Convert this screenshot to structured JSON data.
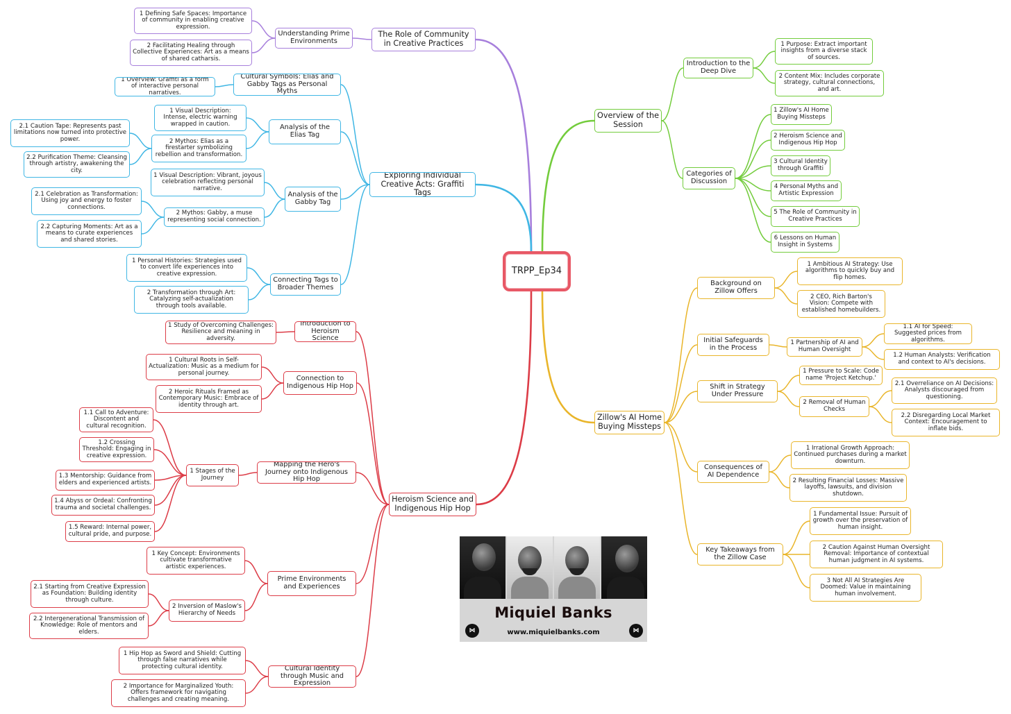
{
  "colors": {
    "root": "#e85866",
    "purple": "#a77fdc",
    "cyan": "#3fb6e4",
    "red": "#dc3c47",
    "green": "#73cc3c",
    "orange": "#e9b52a"
  },
  "root": {
    "label": "TRPP_Ep34"
  },
  "nodes": [
    {
      "id": "p1",
      "parent": "root",
      "level": 1,
      "color": "purple",
      "label": "The Role of Community in Creative Practices"
    },
    {
      "id": "p2",
      "parent": "p1",
      "level": 2,
      "color": "purple",
      "label": "Understanding Prime Environments"
    },
    {
      "id": "p3",
      "parent": "p2",
      "level": 3,
      "color": "purple",
      "label": "1 Defining Safe Spaces: Importance of community in enabling creative expression."
    },
    {
      "id": "p4",
      "parent": "p2",
      "level": 3,
      "color": "purple",
      "label": "2 Facilitating Healing through Collective Experiences: Art as a means of shared catharsis."
    },
    {
      "id": "c1",
      "parent": "root",
      "level": 1,
      "color": "cyan",
      "label": "Exploring Individual Creative Acts: Graffiti Tags"
    },
    {
      "id": "c2",
      "parent": "c1",
      "level": 2,
      "color": "cyan",
      "label": "Cultural Symbols: Elias and Gabby Tags as Personal Myths"
    },
    {
      "id": "c3",
      "parent": "c2",
      "level": 3,
      "color": "cyan",
      "label": "1 Overview: Graffiti as a form of interactive personal narratives."
    },
    {
      "id": "c4",
      "parent": "c1",
      "level": 2,
      "color": "cyan",
      "label": "Analysis of the Elias Tag"
    },
    {
      "id": "c5",
      "parent": "c4",
      "level": 3,
      "color": "cyan",
      "label": "1 Visual Description: Intense, electric warning wrapped in caution."
    },
    {
      "id": "c6",
      "parent": "c4",
      "level": 3,
      "color": "cyan",
      "label": "2 Mythos: Elias as a firestarter symbolizing rebellion and transformation."
    },
    {
      "id": "c7",
      "parent": "c6",
      "level": 4,
      "color": "cyan",
      "label": "2.1 Caution Tape: Represents past limitations now turned into protective power."
    },
    {
      "id": "c8",
      "parent": "c6",
      "level": 4,
      "color": "cyan",
      "label": "2.2 Purification Theme: Cleansing through artistry, awakening the city."
    },
    {
      "id": "c9",
      "parent": "c1",
      "level": 2,
      "color": "cyan",
      "label": "Analysis of the Gabby Tag"
    },
    {
      "id": "c10",
      "parent": "c9",
      "level": 3,
      "color": "cyan",
      "label": "1 Visual Description: Vibrant, joyous celebration reflecting personal narrative."
    },
    {
      "id": "c11",
      "parent": "c9",
      "level": 3,
      "color": "cyan",
      "label": "2 Mythos: Gabby, a muse representing social connection."
    },
    {
      "id": "c12",
      "parent": "c11",
      "level": 4,
      "color": "cyan",
      "label": "2.1 Celebration as Transformation: Using joy and energy to foster connections."
    },
    {
      "id": "c13",
      "parent": "c11",
      "level": 4,
      "color": "cyan",
      "label": "2.2 Capturing Moments: Art as a means to curate experiences and shared stories."
    },
    {
      "id": "c14",
      "parent": "c1",
      "level": 2,
      "color": "cyan",
      "label": "Connecting Tags to Broader Themes"
    },
    {
      "id": "c15",
      "parent": "c14",
      "level": 3,
      "color": "cyan",
      "label": "1 Personal Histories: Strategies used to convert life experiences into creative expression."
    },
    {
      "id": "c16",
      "parent": "c14",
      "level": 3,
      "color": "cyan",
      "label": "2 Transformation through Art: Catalyzing self-actualization through tools available."
    },
    {
      "id": "r1",
      "parent": "root",
      "level": 1,
      "color": "red",
      "label": "Heroism Science and Indigenous Hip Hop"
    },
    {
      "id": "r2",
      "parent": "r1",
      "level": 2,
      "color": "red",
      "label": "Introduction to Heroism Science"
    },
    {
      "id": "r3",
      "parent": "r2",
      "level": 3,
      "color": "red",
      "label": "1 Study of Overcoming Challenges: Resilience and meaning in adversity."
    },
    {
      "id": "r4",
      "parent": "r1",
      "level": 2,
      "color": "red",
      "label": "Connection to Indigenous Hip Hop"
    },
    {
      "id": "r5",
      "parent": "r4",
      "level": 3,
      "color": "red",
      "label": "1 Cultural Roots in Self-Actualization: Music as a medium for personal journey."
    },
    {
      "id": "r6",
      "parent": "r4",
      "level": 3,
      "color": "red",
      "label": "2 Heroic Rituals Framed as Contemporary Music: Embrace of identity through art."
    },
    {
      "id": "r7",
      "parent": "r1",
      "level": 2,
      "color": "red",
      "label": "Mapping the Hero's Journey onto Indigenous Hip Hop"
    },
    {
      "id": "r8",
      "parent": "r7",
      "level": 3,
      "color": "red",
      "label": "1 Stages of the Journey"
    },
    {
      "id": "r9",
      "parent": "r8",
      "level": 4,
      "color": "red",
      "label": "1.1 Call to Adventure: Discontent and cultural recognition."
    },
    {
      "id": "r10",
      "parent": "r8",
      "level": 4,
      "color": "red",
      "label": "1.2 Crossing Threshold: Engaging in creative expression."
    },
    {
      "id": "r11",
      "parent": "r8",
      "level": 4,
      "color": "red",
      "label": "1.3 Mentorship: Guidance from elders and experienced artists."
    },
    {
      "id": "r12",
      "parent": "r8",
      "level": 4,
      "color": "red",
      "label": "1.4 Abyss or Ordeal: Confronting trauma and societal challenges."
    },
    {
      "id": "r13",
      "parent": "r8",
      "level": 4,
      "color": "red",
      "label": "1.5 Reward: Internal power, cultural pride, and purpose."
    },
    {
      "id": "r14",
      "parent": "r1",
      "level": 2,
      "color": "red",
      "label": "Prime Environments and Experiences"
    },
    {
      "id": "r15",
      "parent": "r14",
      "level": 3,
      "color": "red",
      "label": "1 Key Concept: Environments cultivate transformative artistic experiences."
    },
    {
      "id": "r16",
      "parent": "r14",
      "level": 3,
      "color": "red",
      "label": "2 Inversion of Maslow's Hierarchy of Needs"
    },
    {
      "id": "r17",
      "parent": "r16",
      "level": 4,
      "color": "red",
      "label": "2.1 Starting from Creative Expression as Foundation: Building identity through culture."
    },
    {
      "id": "r18",
      "parent": "r16",
      "level": 4,
      "color": "red",
      "label": "2.2 Intergenerational Transmission of Knowledge: Role of mentors and elders."
    },
    {
      "id": "r19",
      "parent": "r1",
      "level": 2,
      "color": "red",
      "label": "Cultural Identity through Music and Expression"
    },
    {
      "id": "r20",
      "parent": "r19",
      "level": 3,
      "color": "red",
      "label": "1 Hip Hop as Sword and Shield: Cutting through false narratives while protecting cultural identity."
    },
    {
      "id": "r21",
      "parent": "r19",
      "level": 3,
      "color": "red",
      "label": "2 Importance for Marginalized Youth: Offers framework for navigating challenges and creating meaning."
    },
    {
      "id": "g1",
      "parent": "root",
      "level": 1,
      "color": "green",
      "label": "Overview of the Session"
    },
    {
      "id": "g2",
      "parent": "g1",
      "level": 2,
      "color": "green",
      "label": "Introduction to the Deep Dive"
    },
    {
      "id": "g3",
      "parent": "g2",
      "level": 3,
      "color": "green",
      "label": "1 Purpose: Extract important insights from a diverse stack of sources."
    },
    {
      "id": "g4",
      "parent": "g2",
      "level": 3,
      "color": "green",
      "label": "2 Content Mix: Includes corporate strategy, cultural connections, and art."
    },
    {
      "id": "g5",
      "parent": "g1",
      "level": 2,
      "color": "green",
      "label": "Categories of Discussion"
    },
    {
      "id": "g6",
      "parent": "g5",
      "level": 3,
      "color": "green",
      "label": "1 Zillow's AI Home Buying Missteps"
    },
    {
      "id": "g7",
      "parent": "g5",
      "level": 3,
      "color": "green",
      "label": "2 Heroism Science and Indigenous Hip Hop"
    },
    {
      "id": "g8",
      "parent": "g5",
      "level": 3,
      "color": "green",
      "label": "3 Cultural Identity through Graffiti"
    },
    {
      "id": "g9",
      "parent": "g5",
      "level": 3,
      "color": "green",
      "label": "4 Personal Myths and Artistic Expression"
    },
    {
      "id": "g10",
      "parent": "g5",
      "level": 3,
      "color": "green",
      "label": "5 The Role of Community in Creative Practices"
    },
    {
      "id": "g11",
      "parent": "g5",
      "level": 3,
      "color": "green",
      "label": "6 Lessons on Human Insight in Systems"
    },
    {
      "id": "o1",
      "parent": "root",
      "level": 1,
      "color": "orange",
      "label": "Zillow's AI Home Buying Missteps"
    },
    {
      "id": "o2",
      "parent": "o1",
      "level": 2,
      "color": "orange",
      "label": "Background on Zillow Offers"
    },
    {
      "id": "o3",
      "parent": "o2",
      "level": 3,
      "color": "orange",
      "label": "1 Ambitious AI Strategy: Use algorithms to quickly buy and flip homes."
    },
    {
      "id": "o4",
      "parent": "o2",
      "level": 3,
      "color": "orange",
      "label": "2 CEO, Rich Barton's Vision: Compete with established homebuilders."
    },
    {
      "id": "o5",
      "parent": "o1",
      "level": 2,
      "color": "orange",
      "label": "Initial Safeguards in the Process"
    },
    {
      "id": "o6",
      "parent": "o5",
      "level": 3,
      "color": "orange",
      "label": "1 Partnership of AI and Human Oversight"
    },
    {
      "id": "o7",
      "parent": "o6",
      "level": 4,
      "color": "orange",
      "label": "1.1 AI for Speed: Suggested prices from algorithms."
    },
    {
      "id": "o8",
      "parent": "o6",
      "level": 4,
      "color": "orange",
      "label": "1.2 Human Analysts: Verification and context to AI's decisions."
    },
    {
      "id": "o9",
      "parent": "o1",
      "level": 2,
      "color": "orange",
      "label": "Shift in Strategy Under Pressure"
    },
    {
      "id": "o10",
      "parent": "o9",
      "level": 3,
      "color": "orange",
      "label": "1 Pressure to Scale: Code name 'Project Ketchup.'"
    },
    {
      "id": "o11",
      "parent": "o9",
      "level": 3,
      "color": "orange",
      "label": "2 Removal of Human Checks"
    },
    {
      "id": "o12",
      "parent": "o11",
      "level": 4,
      "color": "orange",
      "label": "2.1 Overreliance on AI Decisions: Analysts discouraged from questioning."
    },
    {
      "id": "o13",
      "parent": "o11",
      "level": 4,
      "color": "orange",
      "label": "2.2 Disregarding Local Market Context: Encouragement to inflate bids."
    },
    {
      "id": "o14",
      "parent": "o1",
      "level": 2,
      "color": "orange",
      "label": "Consequences of AI Dependence"
    },
    {
      "id": "o15",
      "parent": "o14",
      "level": 3,
      "color": "orange",
      "label": "1 Irrational Growth Approach: Continued purchases during a market downturn."
    },
    {
      "id": "o16",
      "parent": "o14",
      "level": 3,
      "color": "orange",
      "label": "2 Resulting Financial Losses: Massive layoffs, lawsuits, and division shutdown."
    },
    {
      "id": "o17",
      "parent": "o1",
      "level": 2,
      "color": "orange",
      "label": "Key Takeaways from the Zillow Case"
    },
    {
      "id": "o18",
      "parent": "o17",
      "level": 3,
      "color": "orange",
      "label": "1 Fundamental Issue: Pursuit of growth over the preservation of human insight."
    },
    {
      "id": "o19",
      "parent": "o17",
      "level": 3,
      "color": "orange",
      "label": "2 Caution Against Human Oversight Removal: Importance of contextual human judgment in AI systems."
    },
    {
      "id": "o20",
      "parent": "o17",
      "level": 3,
      "color": "orange",
      "label": "3 Not All AI Strategies Are Doomed: Value in maintaining human involvement."
    }
  ],
  "promo": {
    "name": "Miquiel Banks",
    "url": "www.miquielbanks.com"
  }
}
